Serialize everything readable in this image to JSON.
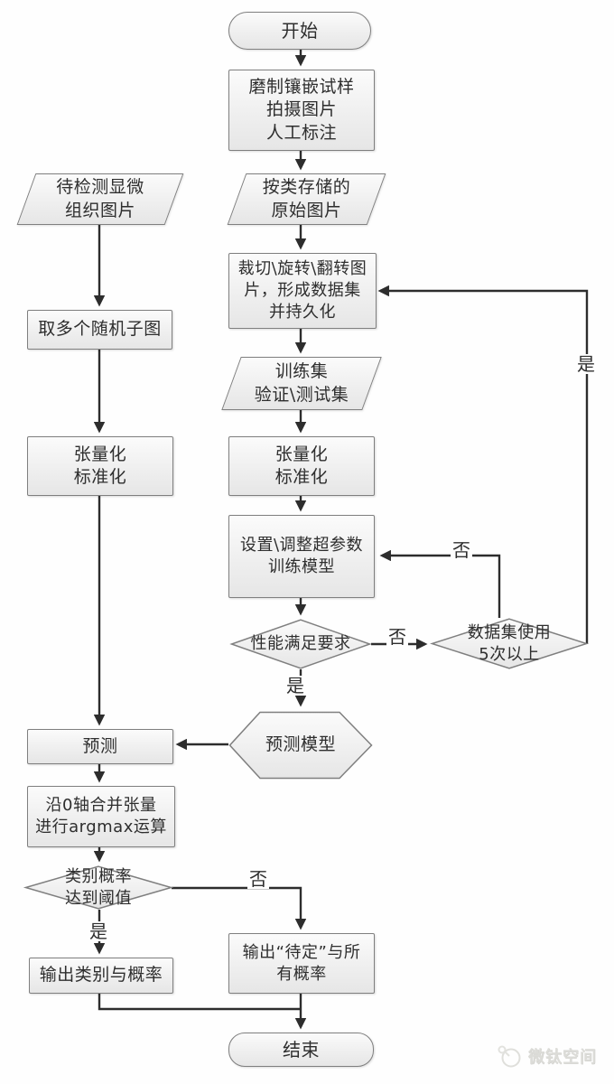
{
  "diagram": {
    "decision_labels": {
      "yes": "是",
      "no": "否"
    },
    "nodes": {
      "start": {
        "shape": "terminator",
        "label": "开始"
      },
      "specimen_prep": {
        "shape": "process",
        "label": "磨制镶嵌试样\n拍摄图片\n人工标注"
      },
      "raw_images": {
        "shape": "data",
        "label": "按类存储的\n原始图片"
      },
      "augmentation": {
        "shape": "process",
        "label": "裁切\\旋转\\翻转图\n片，形成数据集\n并持久化"
      },
      "datasets": {
        "shape": "data",
        "label": "训练集\n验证\\测试集"
      },
      "tensorize_train": {
        "shape": "process",
        "label": "张量化\n标准化"
      },
      "train_model": {
        "shape": "process",
        "label": "设置\\调整超参数\n训练模型"
      },
      "perf_check": {
        "shape": "decision",
        "label": "性能满足要求"
      },
      "dataset_usage_check": {
        "shape": "decision",
        "label": "数据集使用\n5次以上"
      },
      "prediction_model": {
        "shape": "preparation",
        "label": "预测模型"
      },
      "detect_images": {
        "shape": "data",
        "label": "待检测显微\n组织图片"
      },
      "random_subimages": {
        "shape": "process",
        "label": "取多个随机子图"
      },
      "tensorize_detect": {
        "shape": "process",
        "label": "张量化\n标准化"
      },
      "predict": {
        "shape": "process",
        "label": "预测"
      },
      "argmax": {
        "shape": "process",
        "label": "沿0轴合并张量\n进行argmax运算"
      },
      "threshold_check": {
        "shape": "decision",
        "label": "类别概率\n达到阈值"
      },
      "output_class": {
        "shape": "process",
        "label": "输出类别与概率"
      },
      "output_pending": {
        "shape": "process",
        "label": "输出“待定”与所\n有概率"
      },
      "end": {
        "shape": "terminator",
        "label": "结束"
      }
    },
    "watermark": {
      "text": "微钛空间"
    }
  }
}
